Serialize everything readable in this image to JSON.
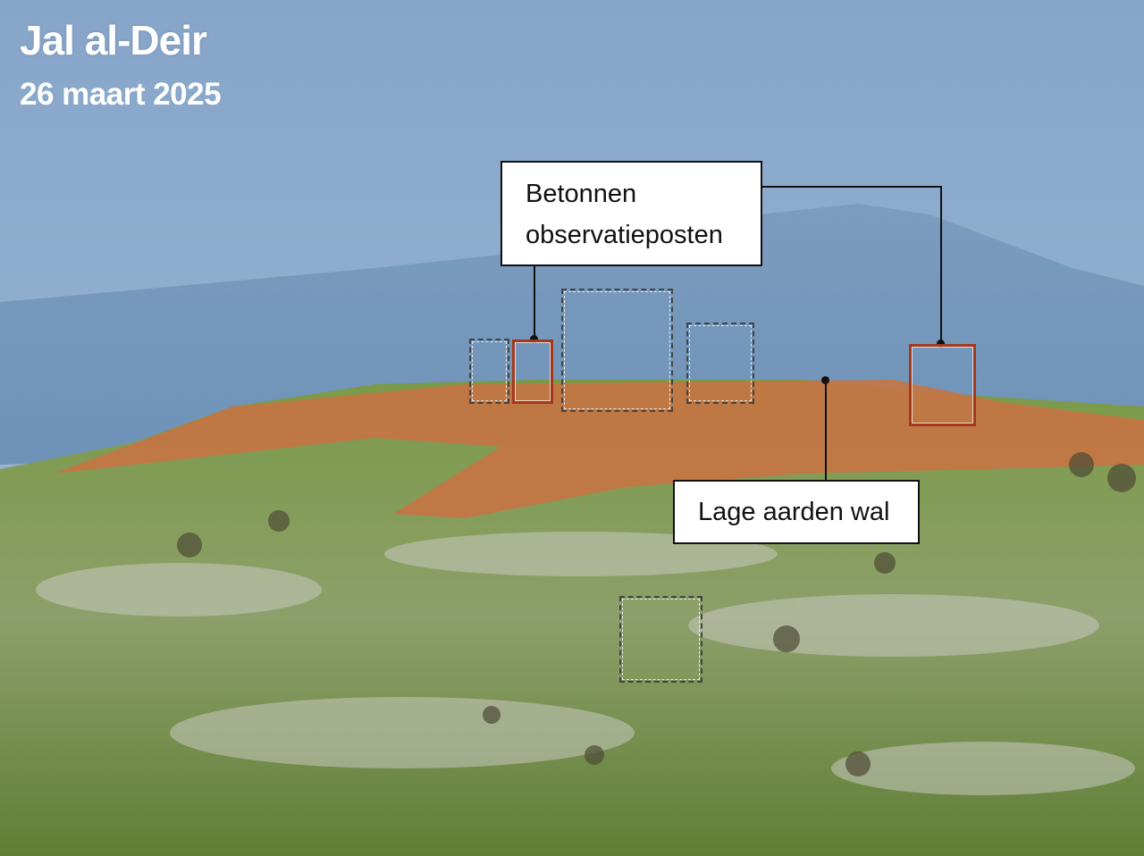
{
  "header": {
    "title": "Jal al-Deir",
    "date": "26 maart 2025"
  },
  "annotations": {
    "observation_posts_label_line1": "Betonnen",
    "observation_posts_label_line2": "observatieposten",
    "earth_wall_label": "Lage aarden wal"
  },
  "colors": {
    "highlight_box": "#a3381c",
    "sky": "#8eaccc",
    "mountain": "#7e9ec0",
    "grass": "#6f8f3e",
    "dirt": "#c66f3d"
  }
}
